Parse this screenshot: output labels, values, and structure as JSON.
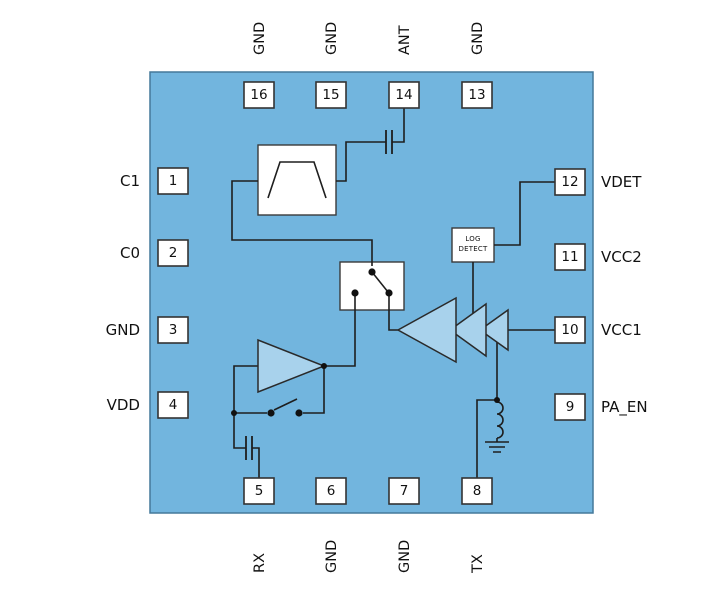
{
  "diagram_type": "rf-front-end-module-block-diagram",
  "pins": {
    "left": [
      {
        "num": "1",
        "label": "C1"
      },
      {
        "num": "2",
        "label": "C0"
      },
      {
        "num": "3",
        "label": "GND"
      },
      {
        "num": "4",
        "label": "VDD"
      }
    ],
    "right": [
      {
        "num": "12",
        "label": "VDET"
      },
      {
        "num": "11",
        "label": "VCC2"
      },
      {
        "num": "10",
        "label": "VCC1"
      },
      {
        "num": "9",
        "label": "PA_EN"
      }
    ],
    "top": [
      {
        "num": "16",
        "label": "GND"
      },
      {
        "num": "15",
        "label": "GND"
      },
      {
        "num": "14",
        "label": "ANT"
      },
      {
        "num": "13",
        "label": "GND"
      }
    ],
    "bottom": [
      {
        "num": "5",
        "label": "RX"
      },
      {
        "num": "6",
        "label": "GND"
      },
      {
        "num": "7",
        "label": "GND"
      },
      {
        "num": "8",
        "label": "TX"
      }
    ]
  },
  "blocks": {
    "log_detect": {
      "line1": "LOG",
      "line2": "DETECT"
    }
  },
  "colors": {
    "chip_fill": "#72B5DE",
    "chip_stroke": "#44789a",
    "amp_fill": "#A8D2EC",
    "line": "#1e1e1e"
  }
}
